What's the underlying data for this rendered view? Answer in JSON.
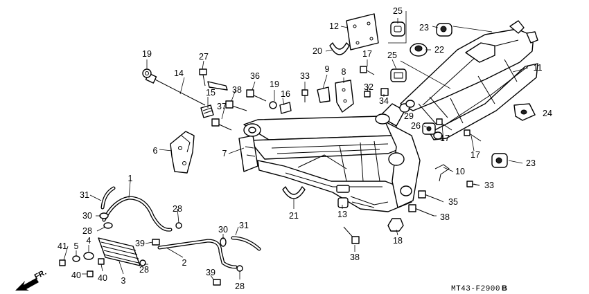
{
  "callouts": [
    {
      "id": "c1",
      "text": "1"
    },
    {
      "id": "c2",
      "text": "2"
    },
    {
      "id": "c3",
      "text": "3"
    },
    {
      "id": "c4",
      "text": "4"
    },
    {
      "id": "c5",
      "text": "5"
    },
    {
      "id": "c6",
      "text": "6"
    },
    {
      "id": "c7",
      "text": "7"
    },
    {
      "id": "c8",
      "text": "8"
    },
    {
      "id": "c9",
      "text": "9"
    },
    {
      "id": "c10",
      "text": "10"
    },
    {
      "id": "c11",
      "text": "11"
    },
    {
      "id": "c12",
      "text": "12"
    },
    {
      "id": "c13",
      "text": "13"
    },
    {
      "id": "c14",
      "text": "14"
    },
    {
      "id": "c15",
      "text": "15"
    },
    {
      "id": "c16",
      "text": "16"
    },
    {
      "id": "c17a",
      "text": "17"
    },
    {
      "id": "c17b",
      "text": "17"
    },
    {
      "id": "c17c",
      "text": "17"
    },
    {
      "id": "c18",
      "text": "18"
    },
    {
      "id": "c19a",
      "text": "19"
    },
    {
      "id": "c19b",
      "text": "19"
    },
    {
      "id": "c20",
      "text": "20"
    },
    {
      "id": "c21",
      "text": "21"
    },
    {
      "id": "c22",
      "text": "22"
    },
    {
      "id": "c23a",
      "text": "23"
    },
    {
      "id": "c23b",
      "text": "23"
    },
    {
      "id": "c24",
      "text": "24"
    },
    {
      "id": "c25a",
      "text": "25"
    },
    {
      "id": "c25b",
      "text": "25"
    },
    {
      "id": "c26",
      "text": "26"
    },
    {
      "id": "c27",
      "text": "27"
    },
    {
      "id": "c28a",
      "text": "28"
    },
    {
      "id": "c28b",
      "text": "28"
    },
    {
      "id": "c28c",
      "text": "28"
    },
    {
      "id": "c28d",
      "text": "28"
    },
    {
      "id": "c29",
      "text": "29"
    },
    {
      "id": "c30a",
      "text": "30"
    },
    {
      "id": "c30b",
      "text": "30"
    },
    {
      "id": "c31a",
      "text": "31"
    },
    {
      "id": "c31b",
      "text": "31"
    },
    {
      "id": "c32",
      "text": "32"
    },
    {
      "id": "c33a",
      "text": "33"
    },
    {
      "id": "c33b",
      "text": "33"
    },
    {
      "id": "c34",
      "text": "34"
    },
    {
      "id": "c35",
      "text": "35"
    },
    {
      "id": "c36",
      "text": "36"
    },
    {
      "id": "c37",
      "text": "37"
    },
    {
      "id": "c38a",
      "text": "38"
    },
    {
      "id": "c38b",
      "text": "38"
    },
    {
      "id": "c38c",
      "text": "38"
    },
    {
      "id": "c39a",
      "text": "39"
    },
    {
      "id": "c39b",
      "text": "39"
    },
    {
      "id": "c40a",
      "text": "40"
    },
    {
      "id": "c40b",
      "text": "40"
    },
    {
      "id": "c41",
      "text": "41"
    }
  ],
  "direction_label": "FR.",
  "diagram_code": "MT43-F2900",
  "diagram_code_suffix": "B",
  "colors": {
    "ink": "#000000",
    "paper": "#ffffff"
  }
}
